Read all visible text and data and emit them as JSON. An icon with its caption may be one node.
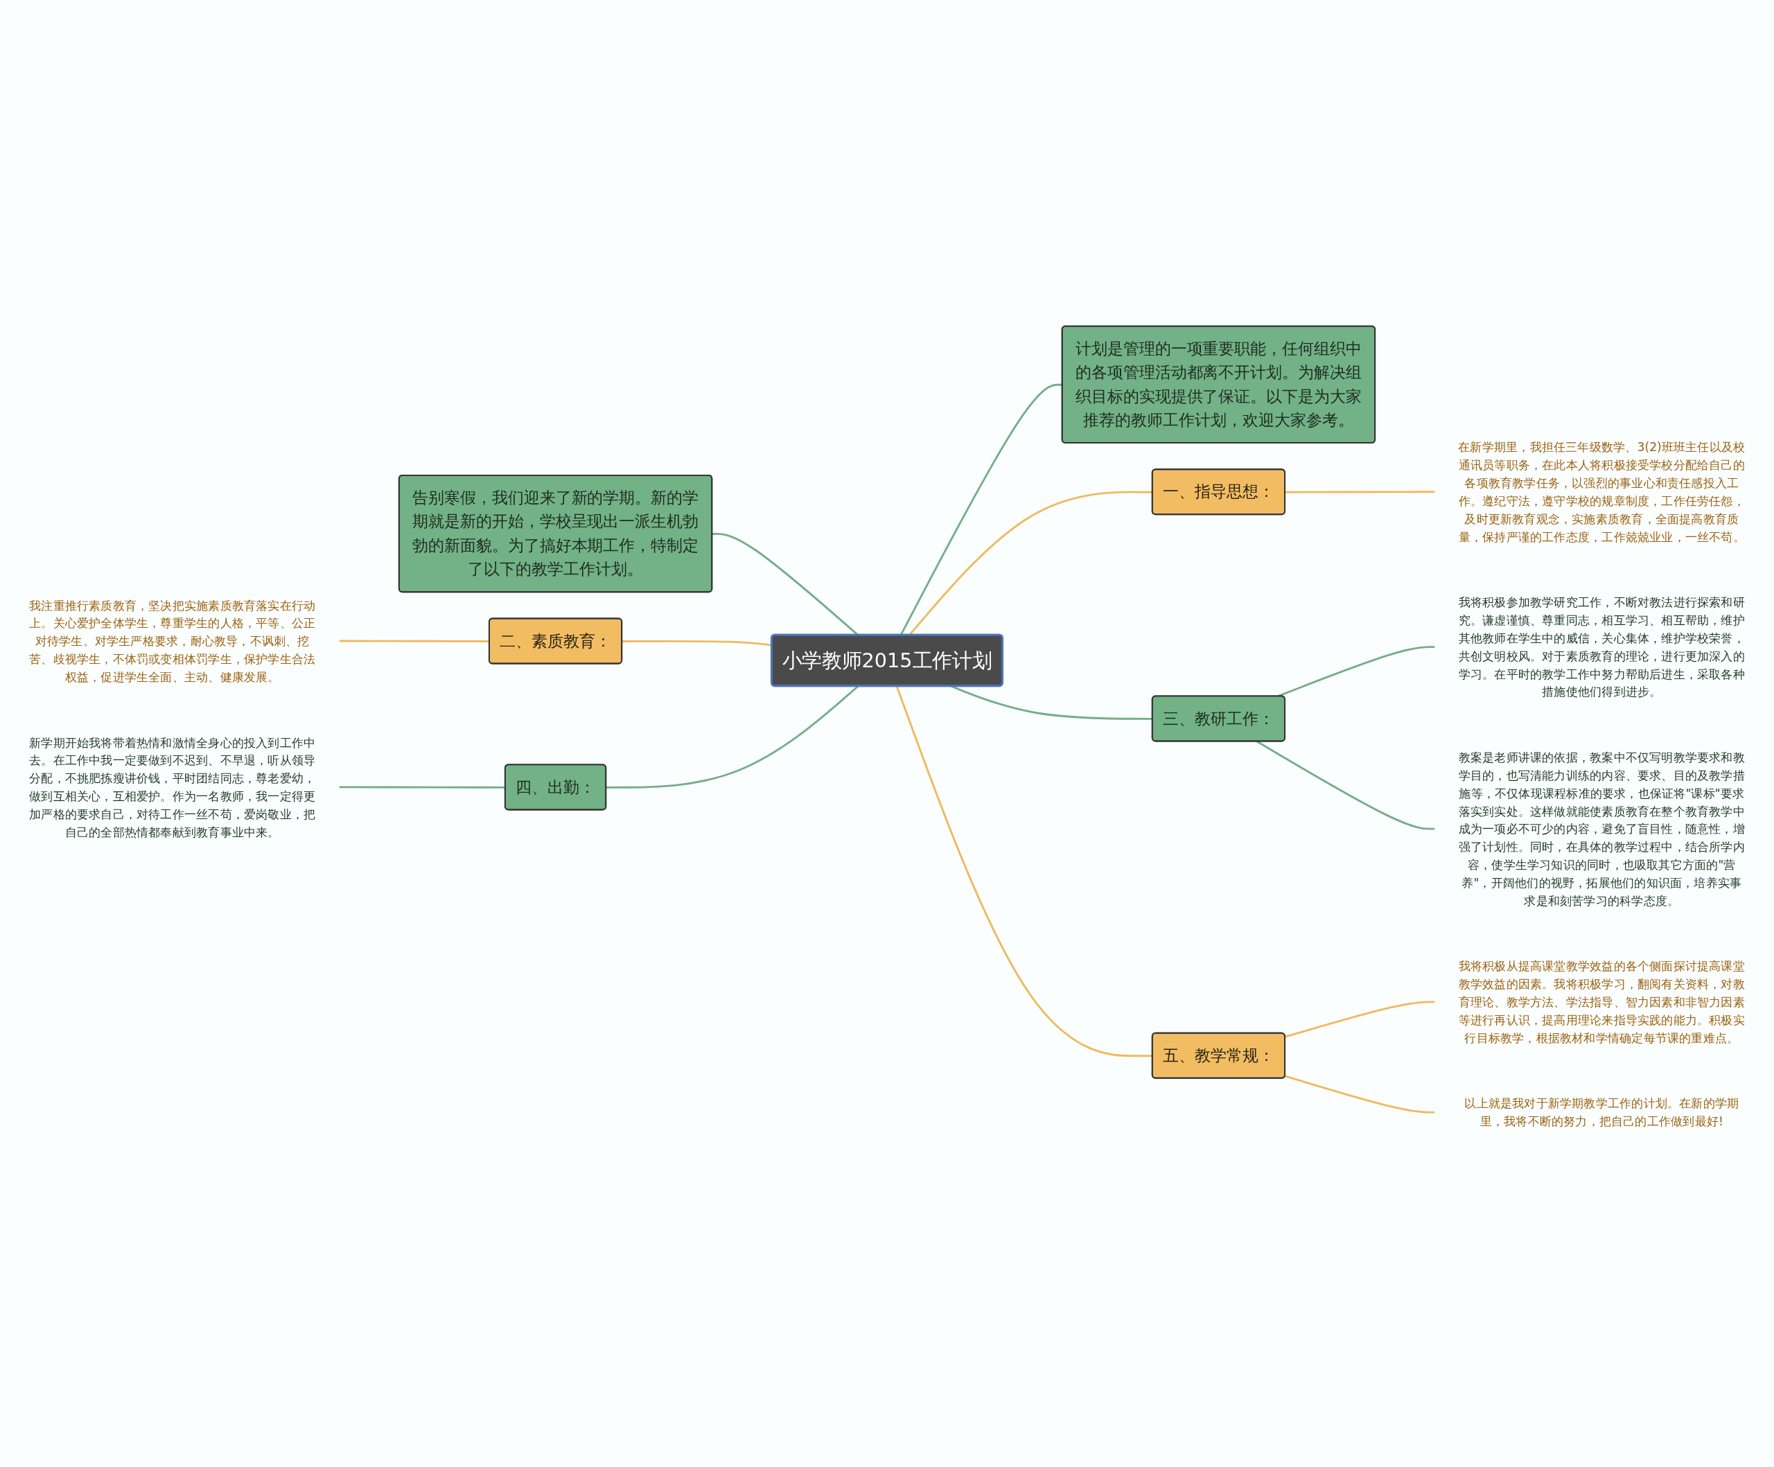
{
  "diagram": {
    "nodes": [
      {
        "text": [
          "小学教师2015工作计划"
        ]
      },
      {
        "text": [
          "计划是管理的一项重要职能，任何组织中的各项管理活动都离不开计划。为解决组织目标的实现提供了保证。以下是为大家推荐的教师工作计划，欢迎大家参考。"
        ]
      },
      {
        "text": [
          "一、指导思想："
        ]
      },
      {
        "text": [
          "在新学期里，我担任三年级数学、3(2)班班主任以及校通讯员等职务，在此本人将积极接受学校分配给自己的各项教育教学任务，以强烈的事业心和责任感投入工作。遵纪守法，遵守学校的规章制度，工作任劳任怨，及时更新教育观念，实施素质教育，全面提高教育质量，保持严谨的工作态度，工作兢兢业业，一丝不苟。"
        ]
      },
      {
        "text": [
          "三、教研工作："
        ]
      },
      {
        "text": [
          "我将积极参加教学研究工作，不断对教法进行探索和研究。谦虚谨慎、尊重同志，相互学习、相互帮助，维护其他教师在学生中的威信，关心集体，维护学校荣誉，共创文明校风。对于素质教育的理论，进行更加深入的学习。在平时的教学工作中努力帮助后进生，采取各种措施使他们得到进步。"
        ]
      },
      {
        "text": [
          "教案是老师讲课的依据，教案中不仅写明教学要求和教学目的，也写清能力训练的内容、要求、目的及教学措施等，不仅体现课程标准的要求，也保证将\"课标\"要求落实到实处。这样做就能使素质教育在整个教育教学中成为一项必不可少的内容，避免了盲目性，随意性，增强了计划性。同时，在具体的教学过程中，结合所学内容，使学生学习知识的同时，也吸取其它方面的\"营养\"，开阔他们的视野，拓展他们的知识面，培养实事求是和刻苦学习的科学态度。"
        ]
      },
      {
        "text": [
          "五、教学常规："
        ]
      },
      {
        "text": [
          "我将积极从提高课堂教学效益的各个侧面探讨提高课堂教学效益的因素。我将积极学习，翻阅有关资料，对教育理论、教学方法、学法指导、智力因素和非智力因素等进行再认识，提高用理论来指导实践的能力。积极实行目标教学，根据教材和学情确定每节课的重难点。"
        ]
      },
      {
        "text": [
          "以上就是我对于新学期教学工作的计划。在新的学期里，我将不断的努力，把自己的工作做到最好!"
        ]
      },
      {
        "text": [
          "告别寒假，我们迎来了新的学期。新的学期就是新的开始，学校呈现出一派生机勃勃的新面貌。为了搞好本期工作，特制定了以下的教学工作计划。"
        ]
      },
      {
        "text": [
          "二、素质教育："
        ]
      },
      {
        "text": [
          "我注重推行素质教育，坚决把实施素质教育落实在行动上。关心爱护全体学生，尊重学生的人格，平等、公正对待学生。对学生严格要求，耐心教导，不讽刺、挖苦、歧视学生，不体罚或变相体罚学生，保护学生合法权益，促进学生全面、主动、健康发展。"
        ]
      },
      {
        "text": [
          "四、出勤："
        ]
      },
      {
        "text": [
          "新学期开始我将带着热情和激情全身心的投入到工作中去。在工作中我一定要做到不迟到、不早退，听从领导分配，不挑肥拣瘦讲价钱，平时团结同志，尊老爱幼，做到互相关心，互相爱护。作为一名教师，我一定得更加严格的要求自己，对待工作一丝不苟，爱岗敬业，把自己的全部热情都奉献到教育事业中来。"
        ]
      }
    ],
    "edges": [
      {
        "from": 0,
        "to": 1,
        "arrow": "none"
      },
      {
        "from": 0,
        "to": 2,
        "arrow": "none",
        "color": "#f0b95c"
      },
      {
        "from": 2,
        "to": 3,
        "arrow": "none",
        "color": "#f0b95c"
      },
      {
        "from": 0,
        "to": 4,
        "arrow": "none"
      },
      {
        "from": 4,
        "to": 5,
        "arrow": "none"
      },
      {
        "from": 4,
        "to": 6,
        "arrow": "none"
      },
      {
        "from": 0,
        "to": 7,
        "arrow": "none",
        "color": "#f0b95c"
      },
      {
        "from": 7,
        "to": 8,
        "arrow": "none",
        "color": "#f0b95c"
      },
      {
        "from": 7,
        "to": 9,
        "arrow": "none",
        "color": "#f0b95c"
      },
      {
        "from": 10,
        "to": 0,
        "arrow": "none"
      },
      {
        "from": 11,
        "to": 0,
        "arrow": "none",
        "color": "#f0b95c"
      },
      {
        "from": 12,
        "to": 11,
        "arrow": "none",
        "color": "#f0b95c"
      },
      {
        "from": 13,
        "to": 0,
        "arrow": "none"
      },
      {
        "from": 14,
        "to": 13,
        "arrow": "none"
      }
    ]
  }
}
